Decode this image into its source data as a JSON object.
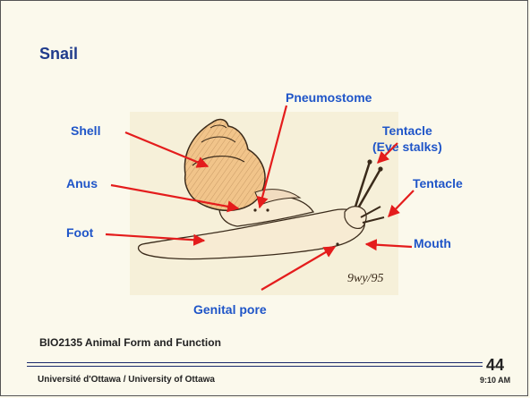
{
  "slide": {
    "title": "Snail",
    "course": "BIO2135 Animal Form and Function",
    "footer": "Université d'Ottawa / University of Ottawa",
    "page_number": "44",
    "time": "9:10 AM"
  },
  "diagram": {
    "signature": "9wy/95",
    "labels": {
      "shell": "Shell",
      "anus": "Anus",
      "foot": "Foot",
      "pneumostome": "Pneumostome",
      "tentacle_eye_line1": "Tentacle",
      "tentacle_eye_line2": "(Eye stalks)",
      "tentacle": "Tentacle",
      "mouth": "Mouth",
      "genital_pore": "Genital pore"
    }
  },
  "colors": {
    "background": "#fbf9ec",
    "title": "#1f3b8c",
    "label": "#1f55c8",
    "arrow": "#e41c1c",
    "illustration_bg": "#f6f0d9",
    "shell_fill": "#f1c48a",
    "body_fill": "#f7ebd3",
    "rule": "#1a2a6c"
  }
}
